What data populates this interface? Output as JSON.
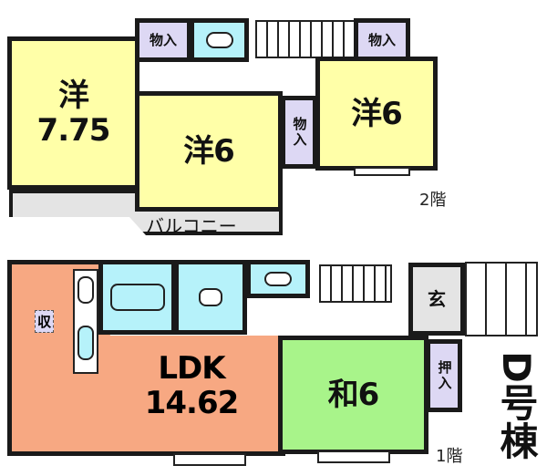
{
  "floor2": {
    "label": "2階",
    "rooms": {
      "western_large": {
        "type": "洋",
        "size": "7.75"
      },
      "western_mid": {
        "type": "洋6"
      },
      "western_right": {
        "type": "洋6"
      },
      "storage_top_left": "物入",
      "storage_top_right": "物入",
      "storage_mid": "物入",
      "balcony": "バルコニー"
    }
  },
  "floor1": {
    "label": "1階",
    "rooms": {
      "ldk": {
        "type": "LDK",
        "size": "14.62"
      },
      "japanese": {
        "type": "和6"
      },
      "closet": "押入",
      "storage": "収",
      "entrance": "玄"
    }
  },
  "building_tag": "D号棟",
  "colors": {
    "western": "#ffffa8",
    "ldk": "#f7a882",
    "japanese": "#a8f48a",
    "wet_area": "#b6f2fa",
    "storage": "#ddd8f4",
    "balcony": "#e4e4e4"
  }
}
